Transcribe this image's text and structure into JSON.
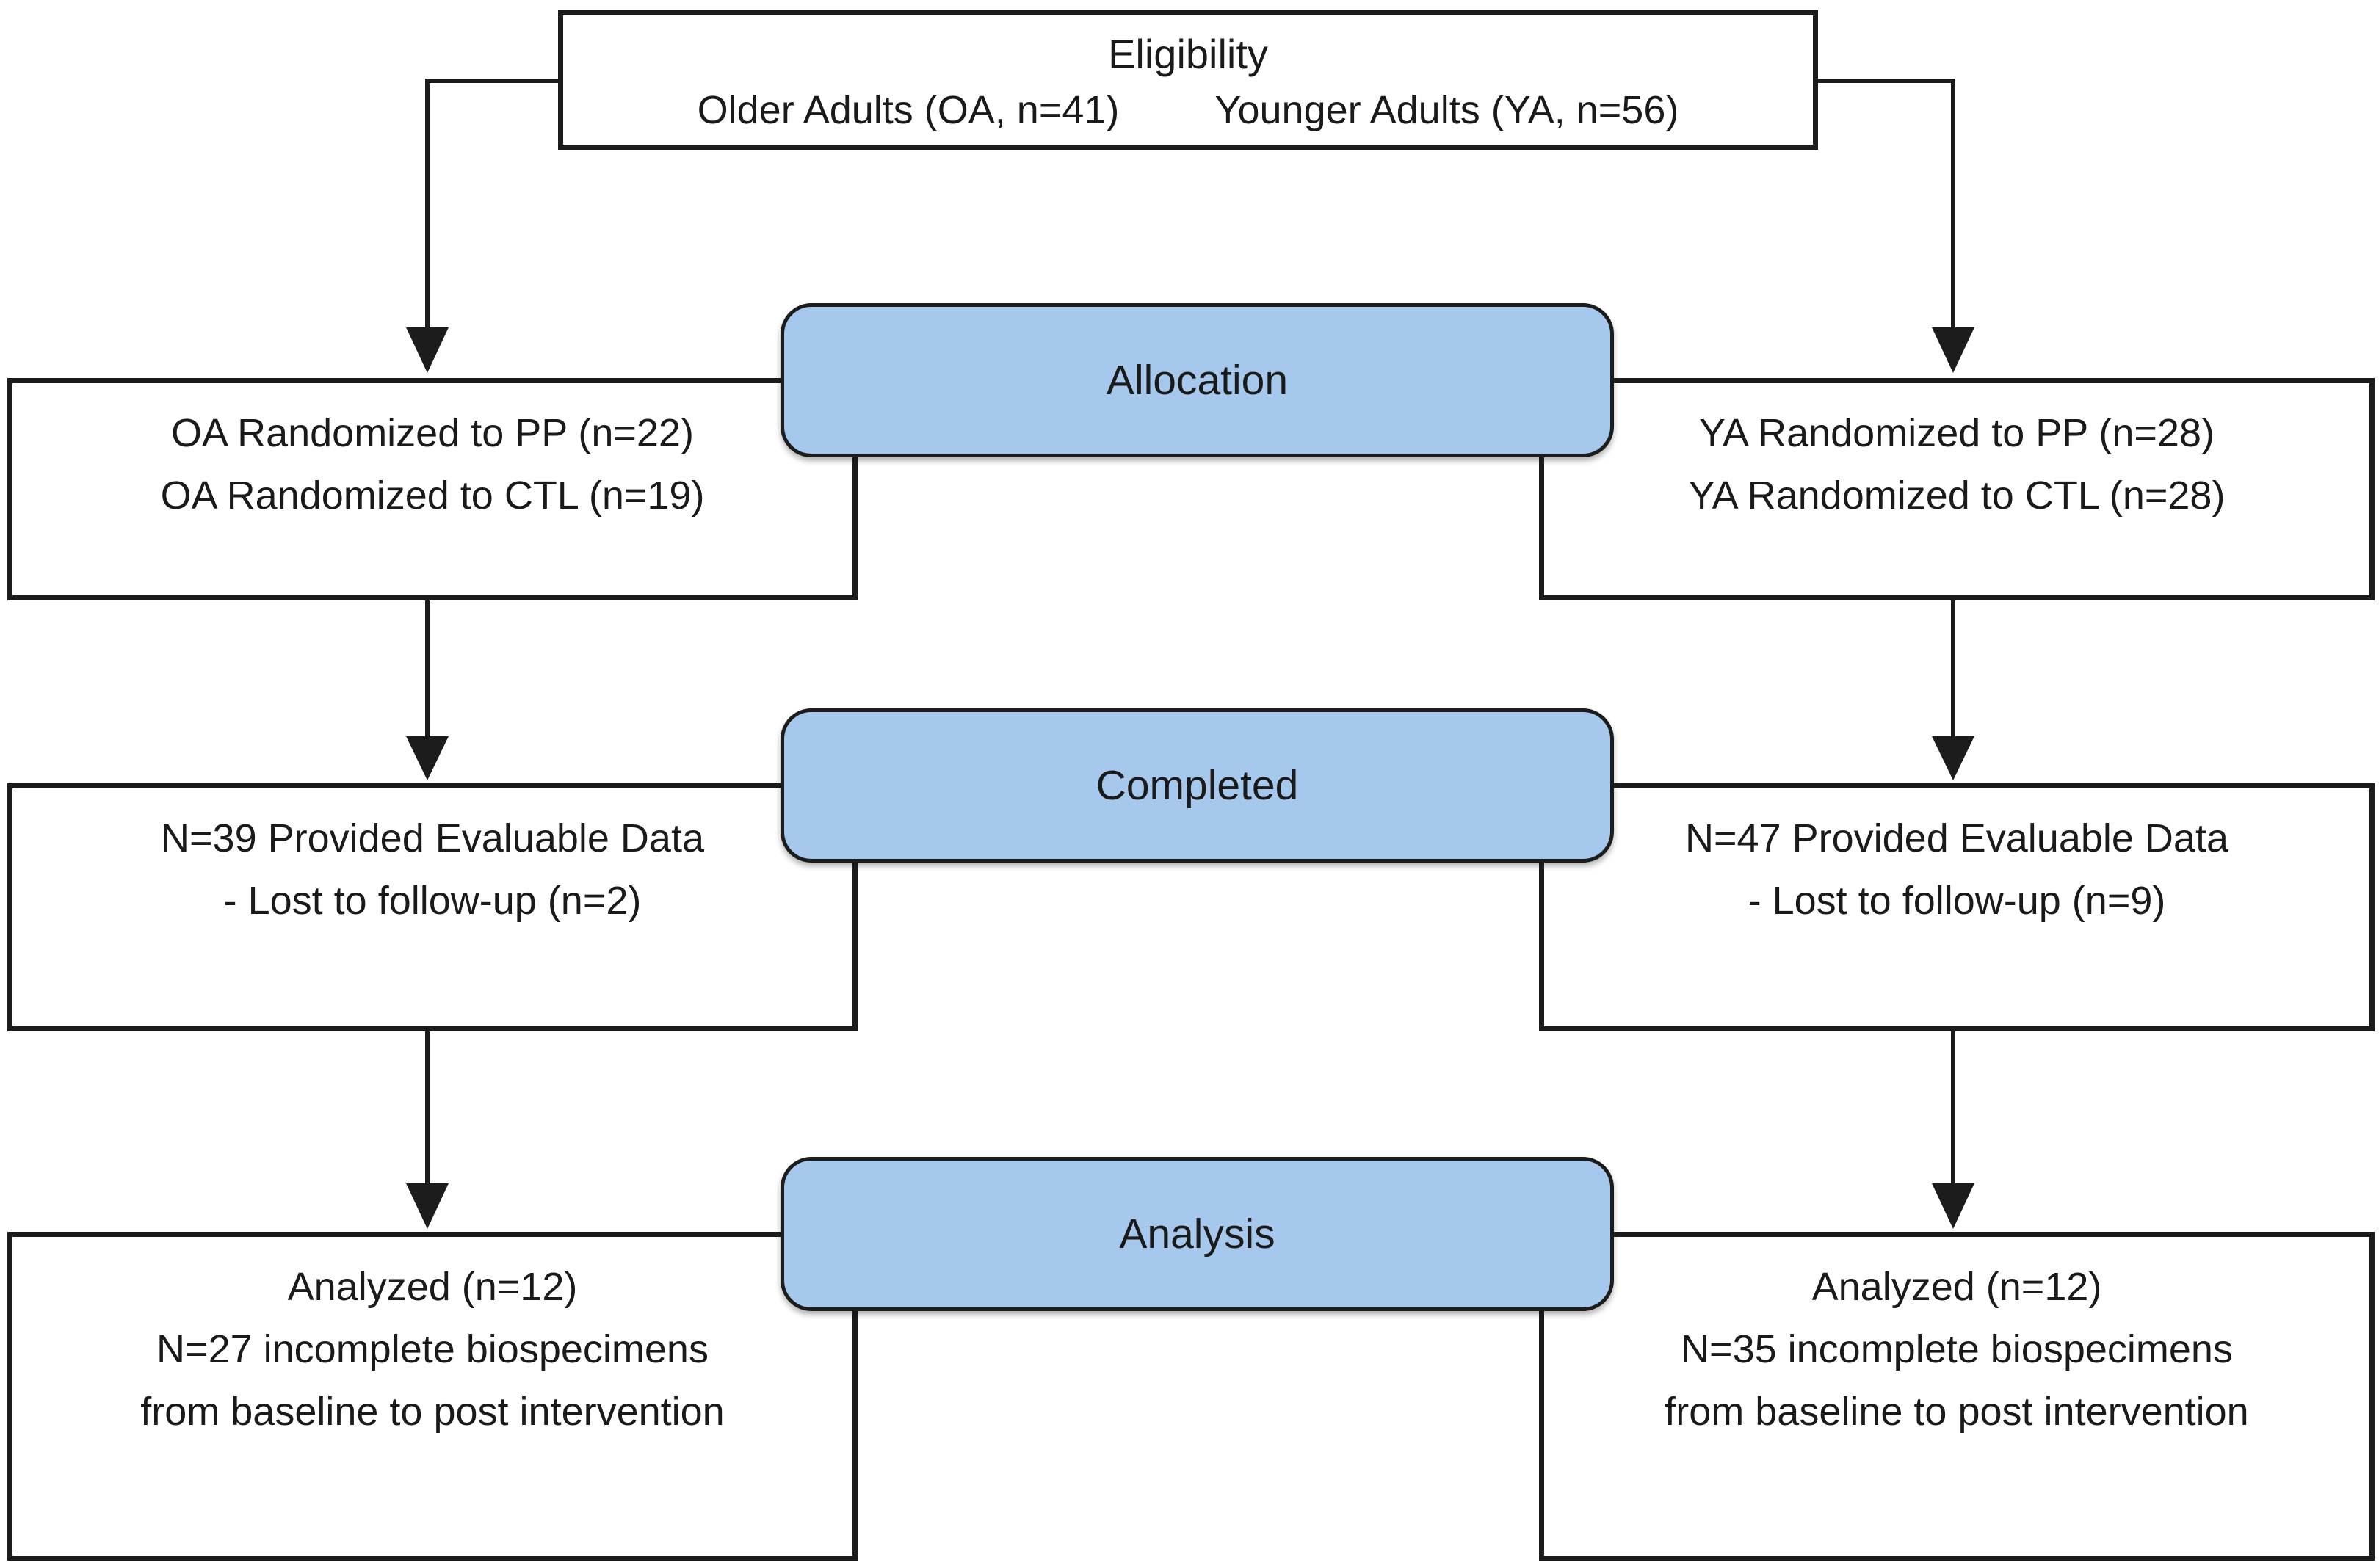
{
  "diagram": {
    "colors": {
      "pill_fill": "#A6C8EC",
      "line_color": "#1C1C1C",
      "box_fill": "#FFFFFF",
      "text_color": "#1A1A1A"
    },
    "eligibility": {
      "title": "Eligibility",
      "older_label": "Older Adults (OA, n=41)",
      "younger_label": "Younger Adults (YA, n=56)"
    },
    "stages": [
      {
        "pill": "Allocation",
        "left_lines": [
          "OA Randomized to PP (n=22)",
          "OA Randomized to CTL (n=19)"
        ],
        "right_lines": [
          "YA Randomized to PP (n=28)",
          "YA Randomized to CTL (n=28)"
        ]
      },
      {
        "pill": "Completed",
        "left_lines": [
          "N=39 Provided Evaluable Data",
          "- Lost to follow-up (n=2)"
        ],
        "right_lines": [
          "N=47 Provided Evaluable Data",
          "- Lost to follow-up (n=9)"
        ]
      },
      {
        "pill": "Analysis",
        "left_lines": [
          "Analyzed (n=12)",
          "N=27 incomplete biospecimens",
          "from baseline to post intervention"
        ],
        "right_lines": [
          "Analyzed (n=12)",
          "N=35 incomplete biospecimens",
          "from baseline to post intervention"
        ]
      }
    ]
  }
}
